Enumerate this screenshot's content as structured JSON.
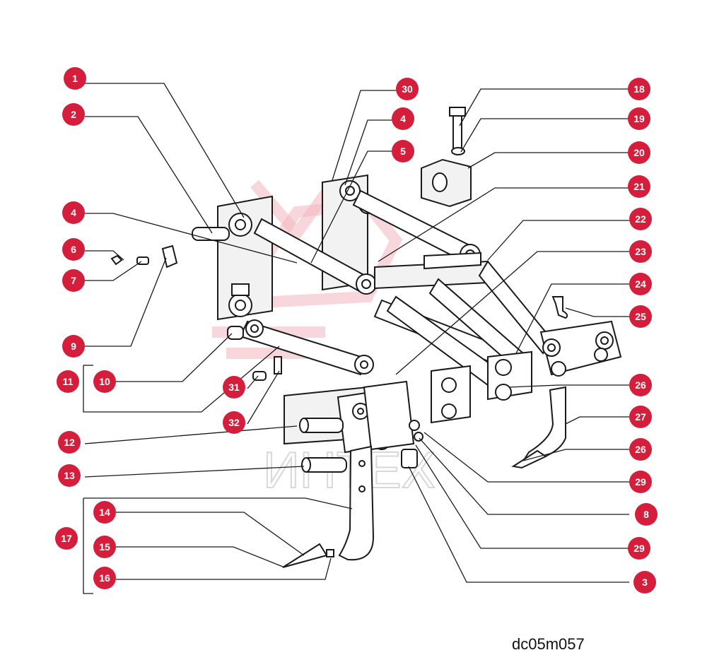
{
  "diagram": {
    "code": "dc05m057",
    "watermark_text": "ИНТЕХ",
    "colors": {
      "callout": "#d51e3c",
      "line": "#1a1a1a",
      "watermark": "#f2b7bf"
    },
    "callouts": [
      "1",
      "2",
      "4",
      "6",
      "7",
      "9",
      "10",
      "11",
      "31",
      "32",
      "12",
      "13",
      "14",
      "15",
      "16",
      "17",
      "30",
      "4",
      "5",
      "18",
      "19",
      "20",
      "21",
      "22",
      "23",
      "24",
      "25",
      "26",
      "27",
      "26",
      "29",
      "8",
      "29",
      "3"
    ]
  }
}
